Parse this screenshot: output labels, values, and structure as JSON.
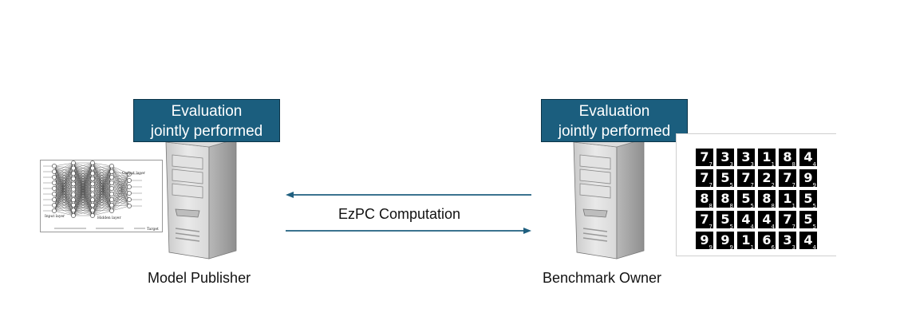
{
  "left": {
    "box_line1": "Evaluation",
    "box_line2": "jointly performed",
    "caption": "Model Publisher",
    "nn_labels": {
      "input": "Input layer",
      "hidden": "Hidden layer",
      "output": "Output layer",
      "target": "Target"
    }
  },
  "right": {
    "box_line1": "Evaluation",
    "box_line2": "jointly performed",
    "caption": "Benchmark Owner"
  },
  "arrow_label": "EzPC Computation",
  "colors": {
    "box_fill": "#1b5e7e",
    "arrow": "#1f5f7f"
  },
  "digits": [
    [
      "7",
      "7"
    ],
    [
      "3",
      "3"
    ],
    [
      "3",
      "3"
    ],
    [
      "1",
      "1"
    ],
    [
      "8",
      "8"
    ],
    [
      "4",
      "4"
    ],
    [
      "7",
      "7"
    ],
    [
      "5",
      "5"
    ],
    [
      "7",
      "7"
    ],
    [
      "2",
      "2"
    ],
    [
      "7",
      "7"
    ],
    [
      "9",
      "9"
    ],
    [
      "8",
      "8"
    ],
    [
      "8",
      "8"
    ],
    [
      "5",
      "5"
    ],
    [
      "8",
      "8"
    ],
    [
      "1",
      "1"
    ],
    [
      "5",
      "5"
    ],
    [
      "7",
      "7"
    ],
    [
      "5",
      "5"
    ],
    [
      "4",
      "4"
    ],
    [
      "4",
      "4"
    ],
    [
      "7",
      "7"
    ],
    [
      "5",
      "5"
    ],
    [
      "9",
      "9"
    ],
    [
      "9",
      "9"
    ],
    [
      "1",
      "1"
    ],
    [
      "6",
      "6"
    ],
    [
      "3",
      "3"
    ],
    [
      "4",
      "4"
    ]
  ]
}
